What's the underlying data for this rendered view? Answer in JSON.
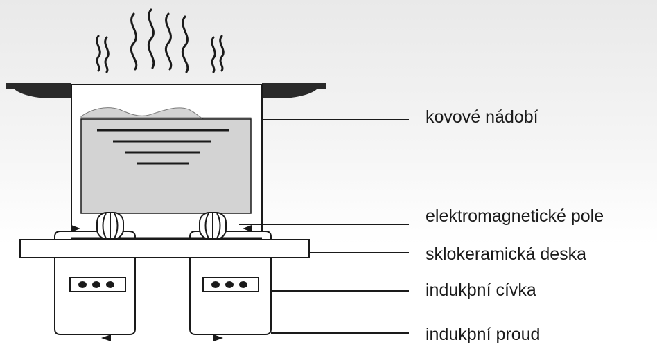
{
  "labels": {
    "pot": "kovové nádobí",
    "field": "elektromagnetické pole",
    "plate": "sklokeramická deska",
    "coil": "indukþní cívka",
    "current": "indukþní proud"
  },
  "colors": {
    "stroke": "#1a1a1a",
    "liquid": "#d3d3d3",
    "rim": "#2a2a2a",
    "white": "#ffffff"
  }
}
